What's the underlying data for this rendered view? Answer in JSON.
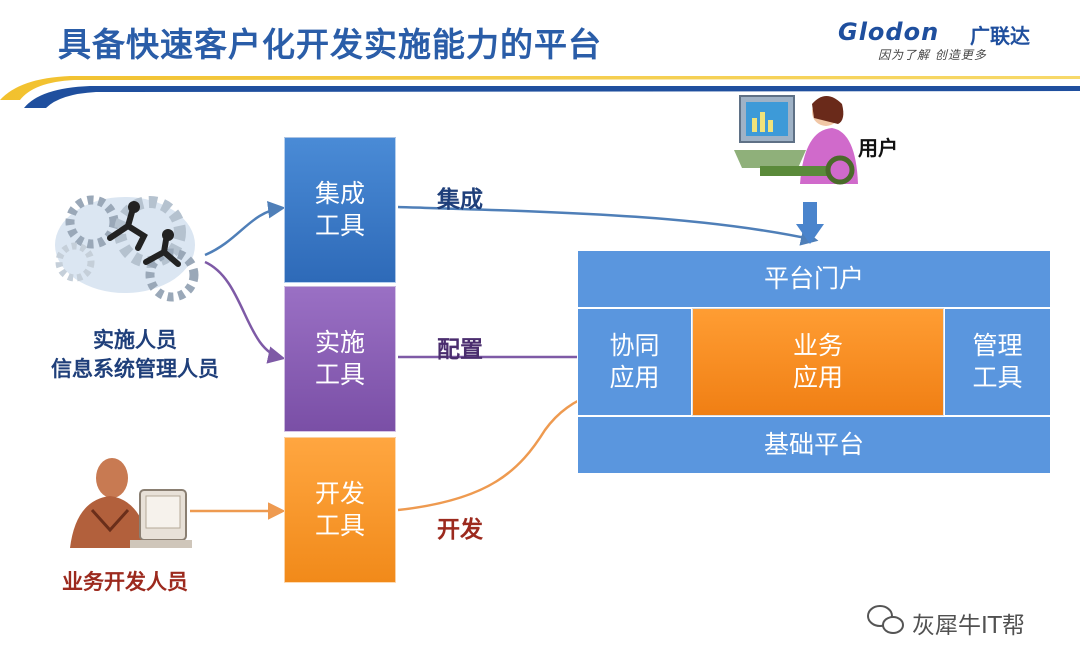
{
  "header": {
    "title": "具备快速客户化开发实施能力的平台",
    "logo_word": "Glodon",
    "logo_cn": "广联达",
    "logo_slogan": "因为了解 创造更多"
  },
  "tools": {
    "integration": "集成\n工具",
    "implementation": "实施\n工具",
    "development": "开发\n工具"
  },
  "edges": {
    "integrate": "集成",
    "configure": "配置",
    "develop": "开发"
  },
  "people": {
    "implementer": "实施人员\n信息系统管理人员",
    "developer": "业务开发人员",
    "user": "用户"
  },
  "platform": {
    "portal": "平台门户",
    "collab": "协同\n应用",
    "business": "业务\n应用",
    "management": "管理\n工具",
    "base": "基础平台"
  },
  "colors": {
    "title": "#2a5da8",
    "blue_tool": "#2e6ab8",
    "purple_tool": "#7a4fa6",
    "orange_tool": "#f18a1a",
    "platform": "#5a96de",
    "label_blue": "#1f3f7a",
    "label_purple": "#4a2d6e",
    "label_red": "#9c2a1e"
  },
  "watermark": "灰犀牛IT帮",
  "icons": [
    "gears-people-icon",
    "developer-at-computer-icon",
    "user-at-computer-icon",
    "down-arrow-icon",
    "wechat-icon"
  ]
}
